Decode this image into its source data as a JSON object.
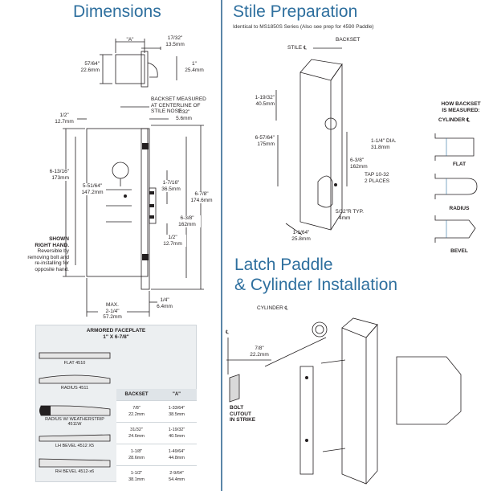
{
  "titles": {
    "dimensions": "Dimensions",
    "stile_preparation": "Stile Preparation",
    "stile_subtitle": "Identical to MS1850S Series (Also see prep for 4590 Paddle)",
    "latch_line1": "Latch Paddle",
    "latch_line2": "& Cylinder Installation"
  },
  "dimensions": {
    "a_label": "\"A\"",
    "faceplate_w": [
      "17/32\"",
      "13.5mm"
    ],
    "top_left": [
      "57/64\"",
      "22.6mm"
    ],
    "top_right": [
      "1\"",
      "25.4mm"
    ],
    "half_top": [
      "1/2\"",
      "12.7mm"
    ],
    "backset_note": [
      "BACKSET MEASURED",
      "AT CENTERLINE OF",
      "STILE NOSE"
    ],
    "seven32": [
      "7/32\"",
      "5.6mm"
    ],
    "h_6_13_16": [
      "6-13/16\"",
      "173mm"
    ],
    "h_5_51_64": [
      "5-51/64\"",
      "147.2mm"
    ],
    "h_1_7_16": [
      "1-7/16\"",
      "36.5mm"
    ],
    "h_6_7_8": [
      "6-7/8\"",
      "174.6mm"
    ],
    "h_6_3_8": [
      "6-3/8\"",
      "162mm"
    ],
    "half_bot": [
      "1/2\"",
      "12.7mm"
    ],
    "shown_note": [
      "SHOWN",
      "RIGHT HAND.",
      "Reversible by",
      "removing bolt and",
      "re-installing for",
      "opposite hand."
    ],
    "max_label": [
      "MAX.",
      "2-1/4\"",
      "57.2mm"
    ],
    "quarter": [
      "1/4\"",
      "6.4mm"
    ]
  },
  "faceplate_panel": {
    "heading": [
      "ARMORED FACEPLATE",
      "1\" X 6-7/8\""
    ],
    "shapes": [
      "FLAT 4510",
      "RADIUS 4511",
      "RADIUS W/ WEATHERSTRIP",
      "4511W",
      "LH BEVEL 4512 X5",
      "RH BEVEL 4512-x6"
    ]
  },
  "backset_table": {
    "headers": [
      "BACKSET",
      "\"A\""
    ],
    "rows": [
      [
        "7/8\"",
        "22.2mm",
        "1-33/64\"",
        "38.5mm"
      ],
      [
        "31/32\"",
        "24.6mm",
        "1-19/32\"",
        "40.5mm"
      ],
      [
        "1-1/8\"",
        "28.6mm",
        "1-49/64\"",
        "44.8mm"
      ],
      [
        "1-1/2\"",
        "38.1mm",
        "2-9/64\"",
        "54.4mm"
      ]
    ]
  },
  "stile": {
    "backset": "BACKSET",
    "stile_cl": "STILE ℄",
    "d_1_19_32": [
      "1-19/32\"",
      "40.5mm"
    ],
    "d_1_1_4": [
      "1-1/4\"",
      "31.8mm"
    ],
    "dia": "DIA.",
    "d_6_57_64": [
      "6-57/64\"",
      "175mm"
    ],
    "d_6_3_8": [
      "6-3/8\"",
      "162mm"
    ],
    "tap": [
      "TAP 10-32",
      "2 PLACES"
    ],
    "r_typ": [
      "5/32\"R TYP.",
      "4mm"
    ],
    "d_1_1_64": [
      "1-1/64\"",
      "25.8mm"
    ],
    "how_backset": [
      "HOW BACKSET",
      "IS MEASURED:"
    ],
    "cylinder_cl": "CYLINDER ℄",
    "flat": "FLAT",
    "radius": "RADIUS",
    "bevel": "BEVEL"
  },
  "latch": {
    "cylinder_cl": "CYLINDER ℄",
    "d_7_8": [
      "7/8\"",
      "22.2mm"
    ],
    "cl": "℄",
    "bolt_cutout": [
      "BOLT",
      "CUTOUT",
      "IN STRIKE"
    ]
  }
}
